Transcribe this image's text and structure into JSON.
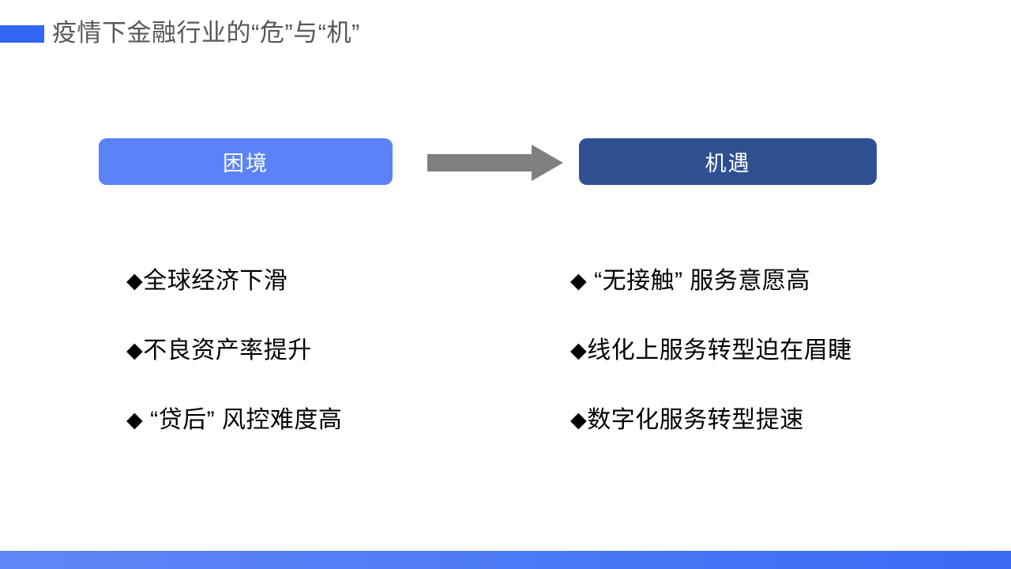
{
  "slide": {
    "title": "疫情下金融行业的“危”与“机”",
    "accent_color": "#3366f2",
    "title_color": "#575757",
    "background_color": "#ffffff"
  },
  "header_boxes": {
    "left": {
      "label": "困境",
      "color": "#5b82f6",
      "text_color": "#ffffff"
    },
    "right": {
      "label": "机遇",
      "color": "#2e5090",
      "text_color": "#ffffff"
    }
  },
  "arrow": {
    "direction": "right",
    "color": "#7f7f7f"
  },
  "columns": {
    "left": {
      "heading": "困境",
      "bullets": [
        "◆全球经济下滑",
        "◆ “贷后” 风控难度高",
        "◆不良资产率提升"
      ],
      "items": [
        {
          "marker": "◆",
          "text": "全球经济下滑"
        },
        {
          "marker": "◆",
          "text": "不良资产率提升"
        },
        {
          "marker": "◆",
          "text": " “贷后” 风控难度高"
        }
      ]
    },
    "right": {
      "heading": "机遇",
      "items": [
        {
          "marker": "◆",
          "text": " “无接触” 服务意愿高"
        },
        {
          "marker": "◆",
          "text": "线化上服务转型迫在眉睫"
        },
        {
          "marker": "◆",
          "text": "数字化服务转型提速"
        }
      ]
    }
  },
  "bottom_band": {
    "gradient_from": "#6087f7",
    "gradient_to": "#3b6af4"
  }
}
